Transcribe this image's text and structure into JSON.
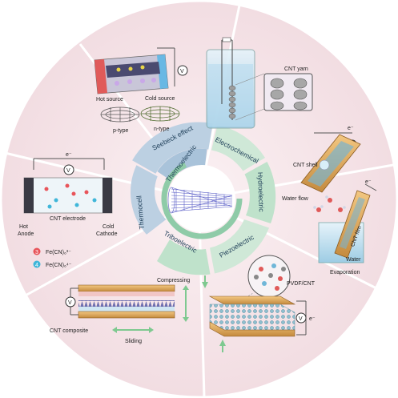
{
  "colors": {
    "background": "#f6e7ea",
    "divider": "#ffffff",
    "ring_blue": "#bcd0e2",
    "ring_green": "#cfe8d7",
    "ring_green_dark": "#8fcba8",
    "cnt": "#5b5fc7",
    "gold": "#d8a357",
    "water": "#9fcfe6"
  },
  "center": {
    "ring_labels": {
      "seebeck": "Seebeck effect",
      "thermoelectric": "Thermoelectric",
      "thermocell": "Thermocell",
      "electrochemical": "Electrochemical",
      "hydroelectric": "Hydroelectric",
      "piezoelectric": "Piezoelectric",
      "triboelectric": "Triboelectric"
    }
  },
  "thermoelectric": {
    "hot": "Hot source",
    "cold": "Cold source",
    "ptype": "p-type",
    "ntype": "n-type",
    "voltmeter": "V"
  },
  "electrochemical": {
    "yarn": "CNT yarn"
  },
  "hydroelectric": {
    "shell": "CNT shell",
    "flow": "Water flow",
    "film": "CNT film",
    "water": "Water",
    "evaporation": "Evaporation",
    "electron": "e⁻"
  },
  "thermocell": {
    "electrode": "CNT electrode",
    "hot1": "Hot",
    "hot2": "Anode",
    "cold1": "Cold",
    "cold2": "Cathode",
    "legend": [
      {
        "num": "3",
        "text": "Fe(CN)₆³⁻",
        "color": "#e8545a"
      },
      {
        "num": "4",
        "text": "Fe(CN)₆⁴⁻",
        "color": "#3fb6d9"
      }
    ],
    "electron": "e⁻"
  },
  "triboelectric": {
    "compressing": "Compressing",
    "composite": "CNT composite",
    "sliding": "Sliding"
  },
  "piezoelectric": {
    "pvdf": "PVDF/CNT",
    "electron": "e⁻"
  }
}
